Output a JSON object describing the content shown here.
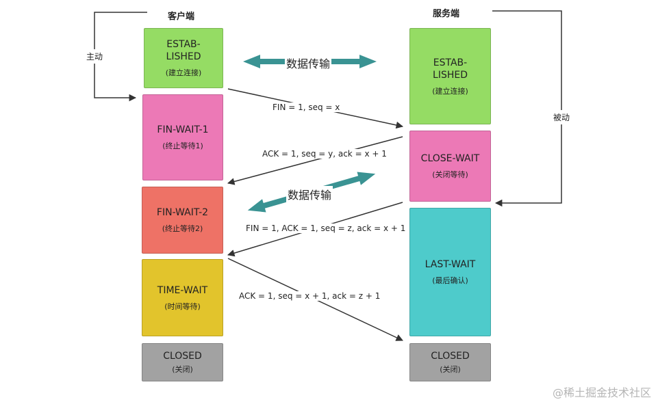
{
  "headers": {
    "client": "客户端",
    "server": "服务端"
  },
  "side_labels": {
    "active": "主动",
    "passive": "被动"
  },
  "client_states": [
    {
      "title": "ESTAB-\nLISHED",
      "sub": "(建立连接)",
      "color": "#95dc64"
    },
    {
      "title": "FIN-WAIT-1",
      "sub": "(终止等待1)",
      "color": "#ec79b6"
    },
    {
      "title": "FIN-WAIT-2",
      "sub": "(终止等待2)",
      "color": "#ee7266"
    },
    {
      "title": "TIME-WAIT",
      "sub": "(时间等待)",
      "color": "#e2c42c"
    },
    {
      "title": "CLOSED",
      "sub": "(关闭)",
      "color": "#a2a2a2"
    }
  ],
  "server_states": [
    {
      "title": "ESTAB-\nLISHED",
      "sub": "(建立连接)",
      "color": "#95dc64"
    },
    {
      "title": "CLOSE-WAIT",
      "sub": "(关闭等待)",
      "color": "#ec79b6"
    },
    {
      "title": "LAST-WAIT",
      "sub": "(最后确认)",
      "color": "#4ecbcb"
    },
    {
      "title": "CLOSED",
      "sub": "(关闭)",
      "color": "#a2a2a2"
    }
  ],
  "messages": [
    "FIN = 1,  seq = x",
    "ACK = 1,  seq = y, ack = x + 1",
    "FIN = 1,  ACK = 1, seq = z, ack = x + 1",
    "ACK = 1,  seq = x + 1, ack = z + 1"
  ],
  "data_transfer": [
    "数据传输",
    "数据传输"
  ],
  "data_arrow_color": "#3a9393",
  "watermark": "@稀土掘金技术社区"
}
